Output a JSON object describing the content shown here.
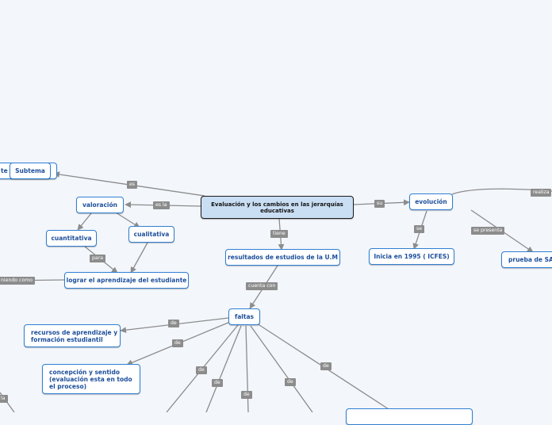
{
  "colors": {
    "background": "#f3f6fb",
    "node_border": "#2f7fd2",
    "node_text": "#1d4f9c",
    "central_fill": "#c9def3",
    "edge": "#8c8c8c",
    "label_fill": "#8c8c8c"
  },
  "nodes": {
    "central": "Evaluación y los cambios en las jerarquías educativas",
    "subtema_a": "te e",
    "subtema_b": "Subtema",
    "valoracion": "valoración",
    "cuantitativa": "cuantitativa",
    "cualitativa": "cualitativa",
    "lograr": "lograr el aprendizaje del estudiante",
    "resultados": "resultados de estudios de la U.M",
    "evolucion": "evolución",
    "inicia": "Inicia en 1995 ( ICFES)",
    "prueba": "prueba de SAB",
    "faltas": "faltas",
    "recursos": "recursos de aprendizaje y formación estudiantil",
    "concepcion": "concepción y sentido (evaluación esta en todo el proceso)"
  },
  "labels": {
    "es": "es",
    "es_la": "es la",
    "su": "su",
    "realiza": "realiza",
    "tiene": "tiene",
    "se": "se",
    "se_presenta": "se presenta",
    "para": "para",
    "teniendo_como": "niendo como",
    "cuenta_con": "cuenta con",
    "de_1": "de",
    "de_2": "de",
    "de_3": "de",
    "de_4": "de",
    "de_5": "de",
    "de_6": "de",
    "de_7": "de",
    "la": "la"
  }
}
